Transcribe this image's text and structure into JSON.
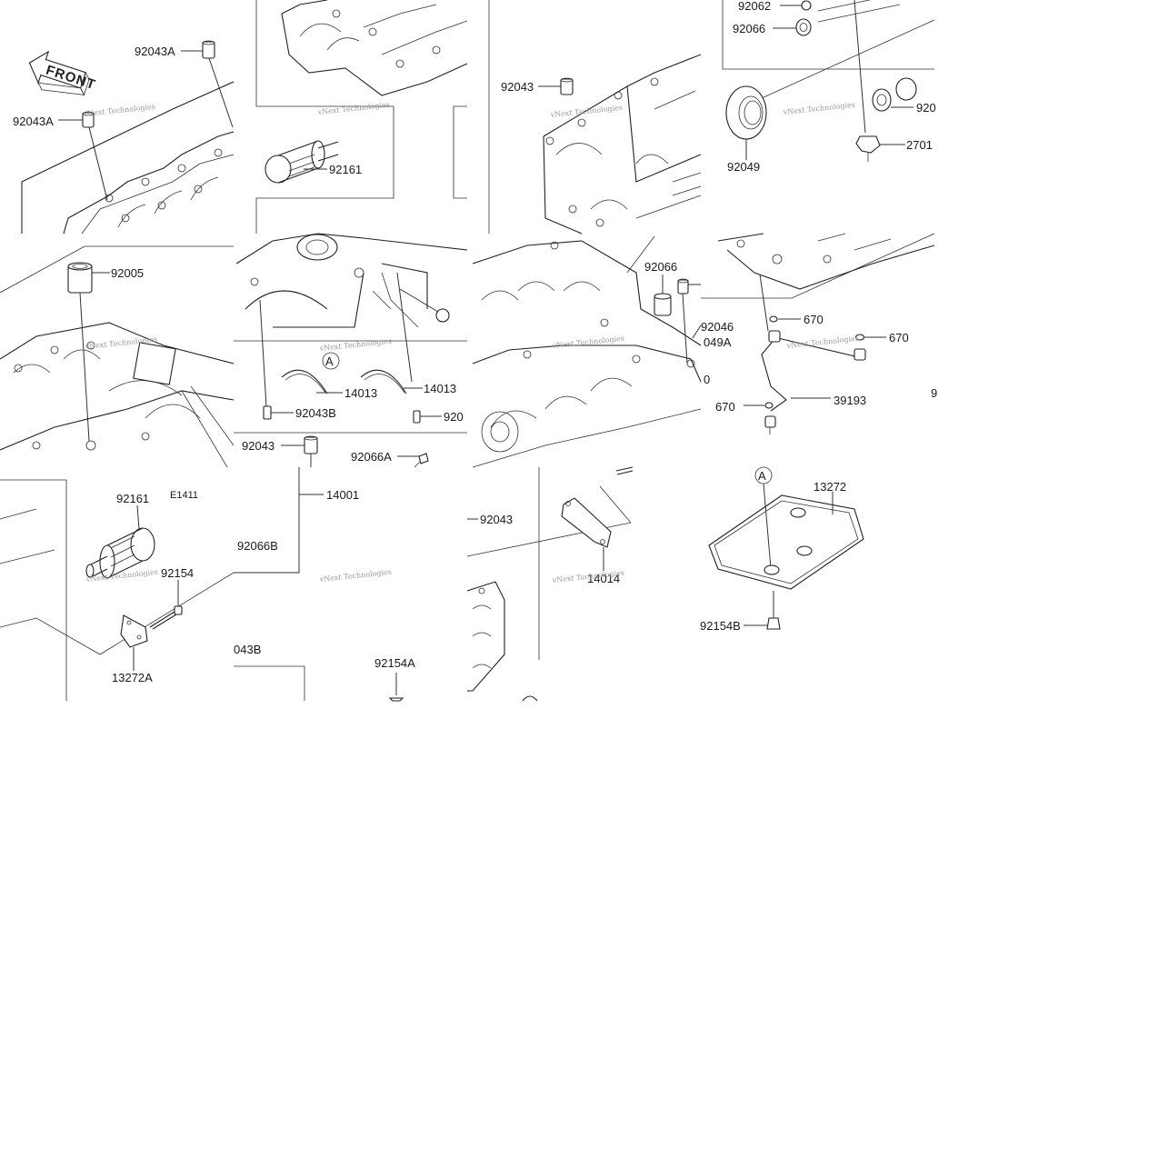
{
  "front_arrow": {
    "text": "FRONT"
  },
  "ref_code": "E1411",
  "watermarks": [
    "vNext Technologies",
    "vNext Technologies",
    "vNext Technologies",
    "vNext Technologies",
    "vNext Technologies",
    "vNext Technologies",
    "vNext Technologies",
    "vNext Technologies",
    "vNext Technologies",
    "vNext Technologies",
    "vNext Technologies"
  ],
  "callouts": {
    "c1": "92043A",
    "c2": "92043A",
    "c3": "92161",
    "c4": "92043",
    "c5": "92062",
    "c6": "92066",
    "c7": "920",
    "c8": "92049",
    "c9": "2701",
    "c10": "92005",
    "c11": "14013",
    "c12": "14013",
    "c13": "92043B",
    "c14": "920",
    "c15": "92066",
    "c16": "92046",
    "c17": "049A",
    "c18": "0",
    "c19": "670",
    "c20": "670",
    "c21": "670",
    "c22": "39193",
    "c23": "9",
    "c24": "92043",
    "c25": "92066A",
    "c26": "14001",
    "c27": "92066B",
    "c28": "92161",
    "c29": "92154",
    "c30": "13272A",
    "c31": "043B",
    "c32": "92154A",
    "c33": "92043",
    "c34": "14014",
    "c35": "13272",
    "c36": "92154B"
  },
  "circle_marks": {
    "m1": "A",
    "m2": "A"
  }
}
